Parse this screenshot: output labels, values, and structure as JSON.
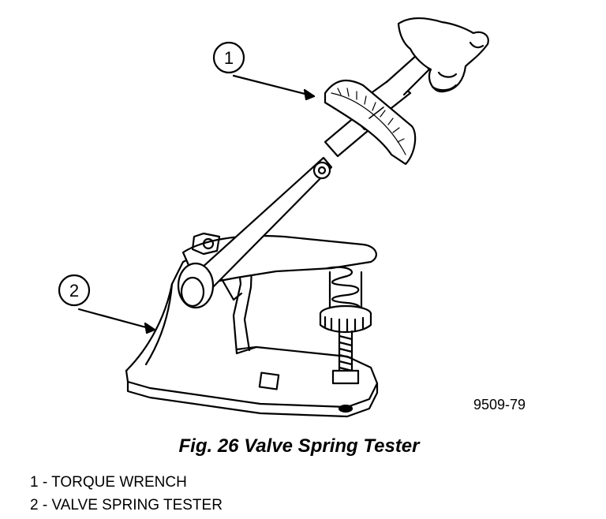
{
  "figure": {
    "id_code": "9509-79",
    "caption": "Fig. 26 Valve Spring Tester",
    "callouts": [
      {
        "number": "1"
      },
      {
        "number": "2"
      }
    ],
    "legend": [
      {
        "number": "1",
        "separator": "-",
        "label": "TORQUE WRENCH"
      },
      {
        "number": "2",
        "separator": "-",
        "label": "VALVE SPRING TESTER"
      }
    ]
  }
}
